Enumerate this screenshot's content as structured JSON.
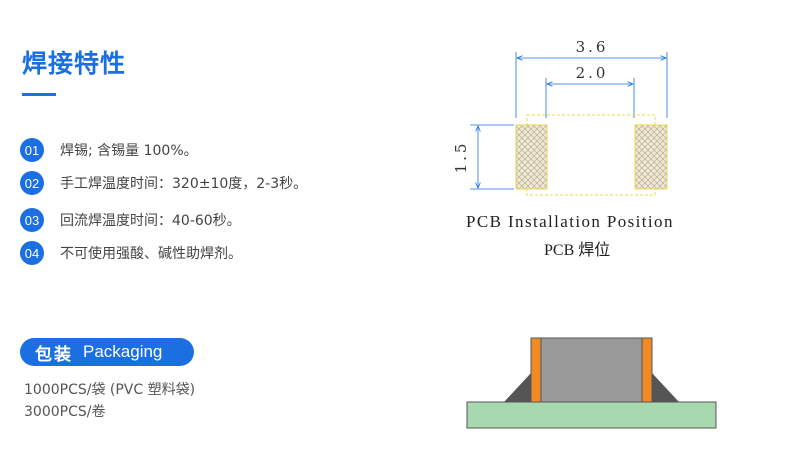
{
  "soldering": {
    "title": "焊接特性",
    "items": [
      {
        "num": "01",
        "text": "焊锡; 含锡量 100%。"
      },
      {
        "num": "02",
        "text": "手工焊温度时间：320±10度，2-3秒。"
      },
      {
        "num": "03",
        "text": "回流焊温度时间：40-60秒。"
      },
      {
        "num": "04",
        "text": "不可使用强酸、碱性助焊剂。"
      }
    ]
  },
  "packaging": {
    "title_zh": "包装",
    "title_en": "Packaging",
    "lines": [
      "1000PCS/袋 (PVC 塑料袋)",
      "3000PCS/卷"
    ]
  },
  "pcb_diagram": {
    "dim_outer": "3.6",
    "dim_inner": "2.0",
    "dim_height": "1.5",
    "caption_en": "PCB Installation Position",
    "caption_zh": "PCB 焊位"
  },
  "colors": {
    "accent": "#1b6fe0",
    "pad_fill": "#efe9d6",
    "pad_outline": "#e8d84a",
    "board": "#a8d8b0",
    "component_body": "#9a9a9a",
    "terminal": "#f08a24",
    "solder": "#555555"
  }
}
